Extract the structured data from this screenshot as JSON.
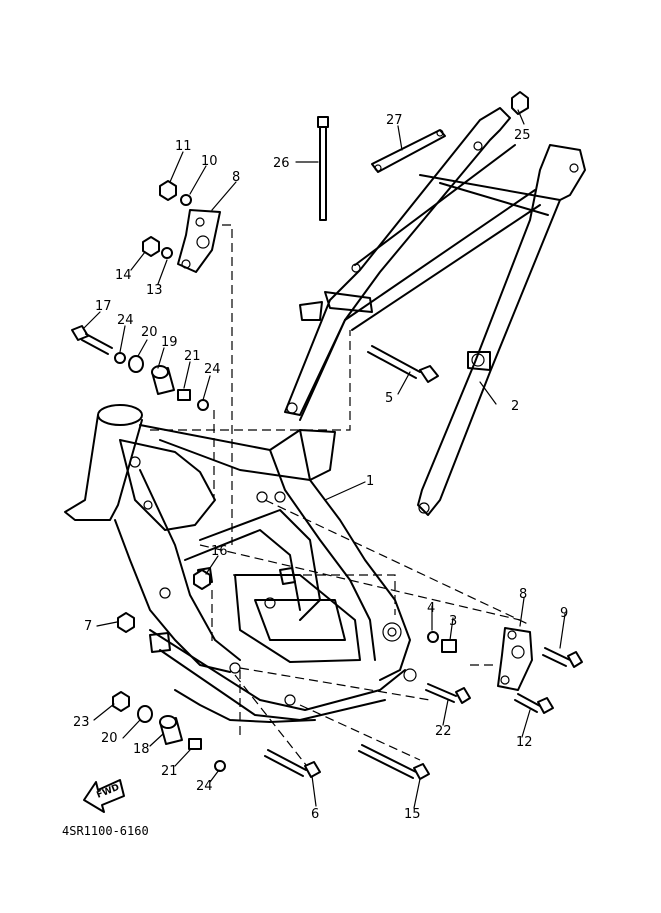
{
  "diagram": {
    "code": "4SR1100-6160",
    "fwd_label": "FWD",
    "parts": [
      {
        "id": "p1",
        "label": "1"
      },
      {
        "id": "p2",
        "label": "2"
      },
      {
        "id": "p3",
        "label": "3"
      },
      {
        "id": "p4",
        "label": "4"
      },
      {
        "id": "p5",
        "label": "5"
      },
      {
        "id": "p6",
        "label": "6"
      },
      {
        "id": "p7",
        "label": "7"
      },
      {
        "id": "p8a",
        "label": "8"
      },
      {
        "id": "p8b",
        "label": "8"
      },
      {
        "id": "p9",
        "label": "9"
      },
      {
        "id": "p10",
        "label": "10"
      },
      {
        "id": "p11",
        "label": "11"
      },
      {
        "id": "p12",
        "label": "12"
      },
      {
        "id": "p13",
        "label": "13"
      },
      {
        "id": "p14",
        "label": "14"
      },
      {
        "id": "p15",
        "label": "15"
      },
      {
        "id": "p16",
        "label": "16"
      },
      {
        "id": "p17",
        "label": "17"
      },
      {
        "id": "p18",
        "label": "18"
      },
      {
        "id": "p19",
        "label": "19"
      },
      {
        "id": "p20a",
        "label": "20"
      },
      {
        "id": "p20b",
        "label": "20"
      },
      {
        "id": "p21a",
        "label": "21"
      },
      {
        "id": "p21b",
        "label": "21"
      },
      {
        "id": "p22",
        "label": "22"
      },
      {
        "id": "p23",
        "label": "23"
      },
      {
        "id": "p24a",
        "label": "24"
      },
      {
        "id": "p24b",
        "label": "24"
      },
      {
        "id": "p24c",
        "label": "24"
      },
      {
        "id": "p25",
        "label": "25"
      },
      {
        "id": "p26",
        "label": "26"
      },
      {
        "id": "p27",
        "label": "27"
      }
    ]
  }
}
